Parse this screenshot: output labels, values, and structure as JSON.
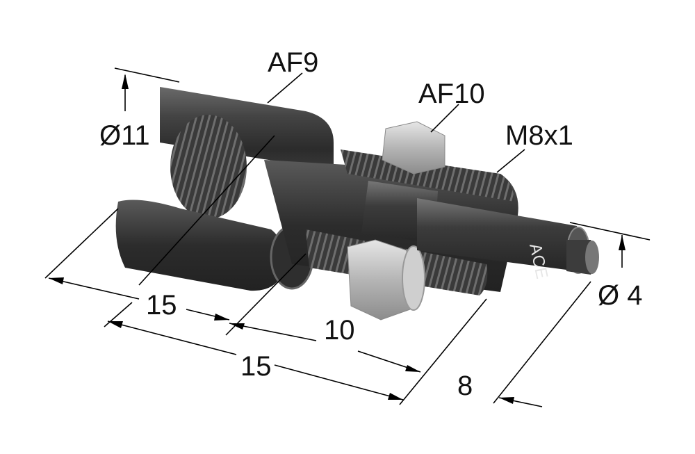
{
  "diagram": {
    "labels": {
      "af9": "AF9",
      "af10": "AF10",
      "thread": "M8x1",
      "diameter_outer": "Ø11",
      "diameter_shaft": "Ø 4",
      "dim_front_15": "15",
      "dim_10": "10",
      "dim_total_15": "15",
      "dim_8": "8"
    },
    "brand_mark": "ACE"
  }
}
